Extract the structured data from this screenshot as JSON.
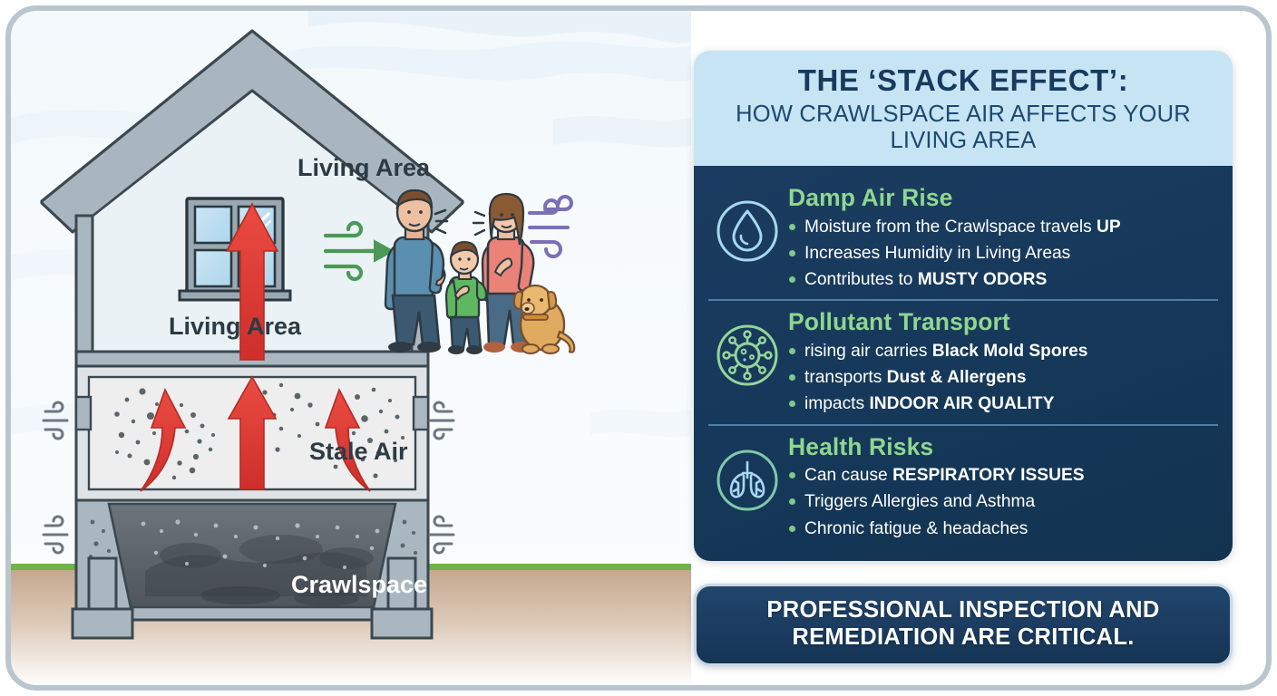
{
  "illustration": {
    "labels": {
      "living_area_top": "Living Area",
      "living_area_left": "Living Area",
      "stale_air": "Stale Air",
      "crawlspace": "Crawlspace"
    },
    "icons": {
      "airflow_green": "green-airflow-arrow-icon",
      "airflow_purple": "purple-wind-icon",
      "vent_left_upper": "wall-vent-icon",
      "vent_right_upper": "wall-vent-icon",
      "vent_left_lower": "wall-vent-icon",
      "vent_right_lower": "wall-vent-icon",
      "window": "window-icon",
      "rising_arrow": "red-rising-arrow-icon",
      "family": "family-illustration",
      "dog": "dog-illustration"
    },
    "colors": {
      "house_wall": "#eaf2f5",
      "roof": "#a9b6bf",
      "crawlspace_fill": "#5a6268",
      "stale_air_fill": "#eeeeee",
      "arrow_red": "#e03a34",
      "soil": "#c9ab94",
      "grass": "#6fb34a"
    }
  },
  "panel": {
    "header": {
      "title": "THE ‘STACK EFFECT’:",
      "subtitle": "HOW CRAWLSPACE AIR AFFECTS YOUR LIVING AREA"
    },
    "sections": [
      {
        "icon": "water-drop-icon",
        "icon_color": "#a9d7f0",
        "title": "Damp Air Rise",
        "bullets": [
          {
            "text": "Moisture from the Crawlspace travels ",
            "bold": "UP",
            "tail": ""
          },
          {
            "text": "Increases Humidity in Living Areas",
            "bold": "",
            "tail": ""
          },
          {
            "text": "Contributes to ",
            "bold": "MUSTY ODORS",
            "tail": ""
          }
        ]
      },
      {
        "icon": "virus-icon",
        "icon_color": "#95d49a",
        "title": "Pollutant Transport",
        "bullets": [
          {
            "text": "rising air carries ",
            "bold": "Black Mold Spores",
            "tail": ""
          },
          {
            "text": "transports ",
            "bold": "Dust & Allergens",
            "tail": ""
          },
          {
            "text": "impacts ",
            "bold": "INDOOR AIR QUALITY",
            "tail": ""
          }
        ]
      },
      {
        "icon": "lungs-icon",
        "icon_color": "#7fc9a8",
        "title": "Health Risks",
        "bullets": [
          {
            "text": "Can cause ",
            "bold": "RESPIRATORY ISSUES",
            "tail": ""
          },
          {
            "text": "Triggers Allergies and Asthma",
            "bold": "",
            "tail": ""
          },
          {
            "text": "Chronic fatigue & headaches",
            "bold": "",
            "tail": ""
          }
        ]
      }
    ],
    "footer": {
      "line1": "PROFESSIONAL INSPECTION AND",
      "line2": "REMEDIATION ARE CRITICAL."
    },
    "colors": {
      "header_bg": "#c6e4f3",
      "header_title": "#173a5e",
      "body_bg": "#1b3c60",
      "section_title": "#8fd68f",
      "bullet": "#7fc98c",
      "divider": "#4d7fa5",
      "footer_bg": "#1b3c60",
      "footer_border": "#c9d9e4"
    }
  },
  "frame": {
    "border_color": "#b9c6ce"
  }
}
